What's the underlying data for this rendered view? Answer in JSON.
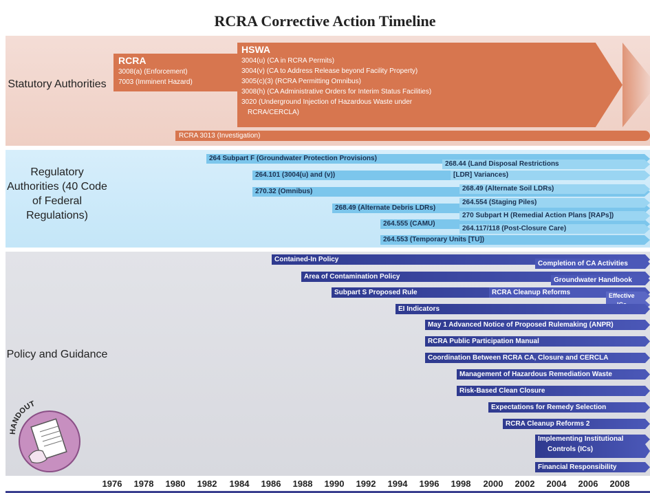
{
  "title": "RCRA Corrective Action Timeline",
  "sections": {
    "statutory": "Statutory Authorities",
    "regulatory": "Regulatory Authorities (40 Code of Federal Regulations)",
    "policy": "Policy and Guidance"
  },
  "statutory": {
    "rcra_header": "RCRA",
    "rcra_items": [
      "3008(a) (Enforcement)",
      "7003 (Imminent Hazard)"
    ],
    "hswa_header": "HSWA",
    "hswa_items": [
      "3004(u) (CA in RCRA Permits)",
      "3004(v) (CA to Address Release beyond Facility Property)",
      "3005(c)(3) (RCRA Permitting Omnibus)",
      "3008(h) (CA Administrative Orders for Interim Status Facilities)",
      "3020 (Underground Injection of Hazardous Waste under",
      "RCRA/CERCLA)"
    ],
    "investigation": "RCRA 3013 (Investigation)"
  },
  "regulatory_bars": [
    "264 Subpart F (Groundwater Protection Provisions)",
    "264.101 (3004(u) and (v))",
    "270.32 (Omnibus)",
    "268.49 (Alternate Debris LDRs)",
    "264.555 (CAMU)",
    "264.553 (Temporary Units [TU])",
    "268.44 (Land Disposal Restrictions",
    "[LDR] Variances)",
    "268.49 (Alternate Soil LDRs)",
    "264.554 (Staging Piles)",
    "270 Subpart H (Remedial Action Plans [RAPs])",
    "264.117/118 (Post-Closure Care)"
  ],
  "policy_bars": [
    "Contained-In Policy",
    "Completion of CA Activities",
    "Area of Contamination Policy",
    "Groundwater Handbook",
    "Subpart S Proposed Rule",
    "RCRA Cleanup Reforms",
    "Effective",
    "ICs",
    "EI Indicators",
    "May 1 Advanced Notice of Proposed Rulemaking (ANPR)",
    "RCRA Public Participation Manual",
    "Coordination Between RCRA CA, Closure and CERCLA",
    "Management of Hazardous Remediation Waste",
    "Risk-Based Clean Closure",
    "Expectations for Remedy Selection",
    "RCRA Cleanup Reforms 2",
    "Implementing Institutional",
    "Controls (ICs)",
    "Financial Responsibility"
  ],
  "years": [
    "1976",
    "1978",
    "1980",
    "1982",
    "1984",
    "1986",
    "1988",
    "1990",
    "1992",
    "1994",
    "1996",
    "1998",
    "2000",
    "2002",
    "2004",
    "2006",
    "2008"
  ],
  "handout_label": "HANDOUT",
  "colors": {
    "statutory": "#d7764f",
    "regulatory": "#7cc6ec",
    "policy": "#3a45a0"
  }
}
